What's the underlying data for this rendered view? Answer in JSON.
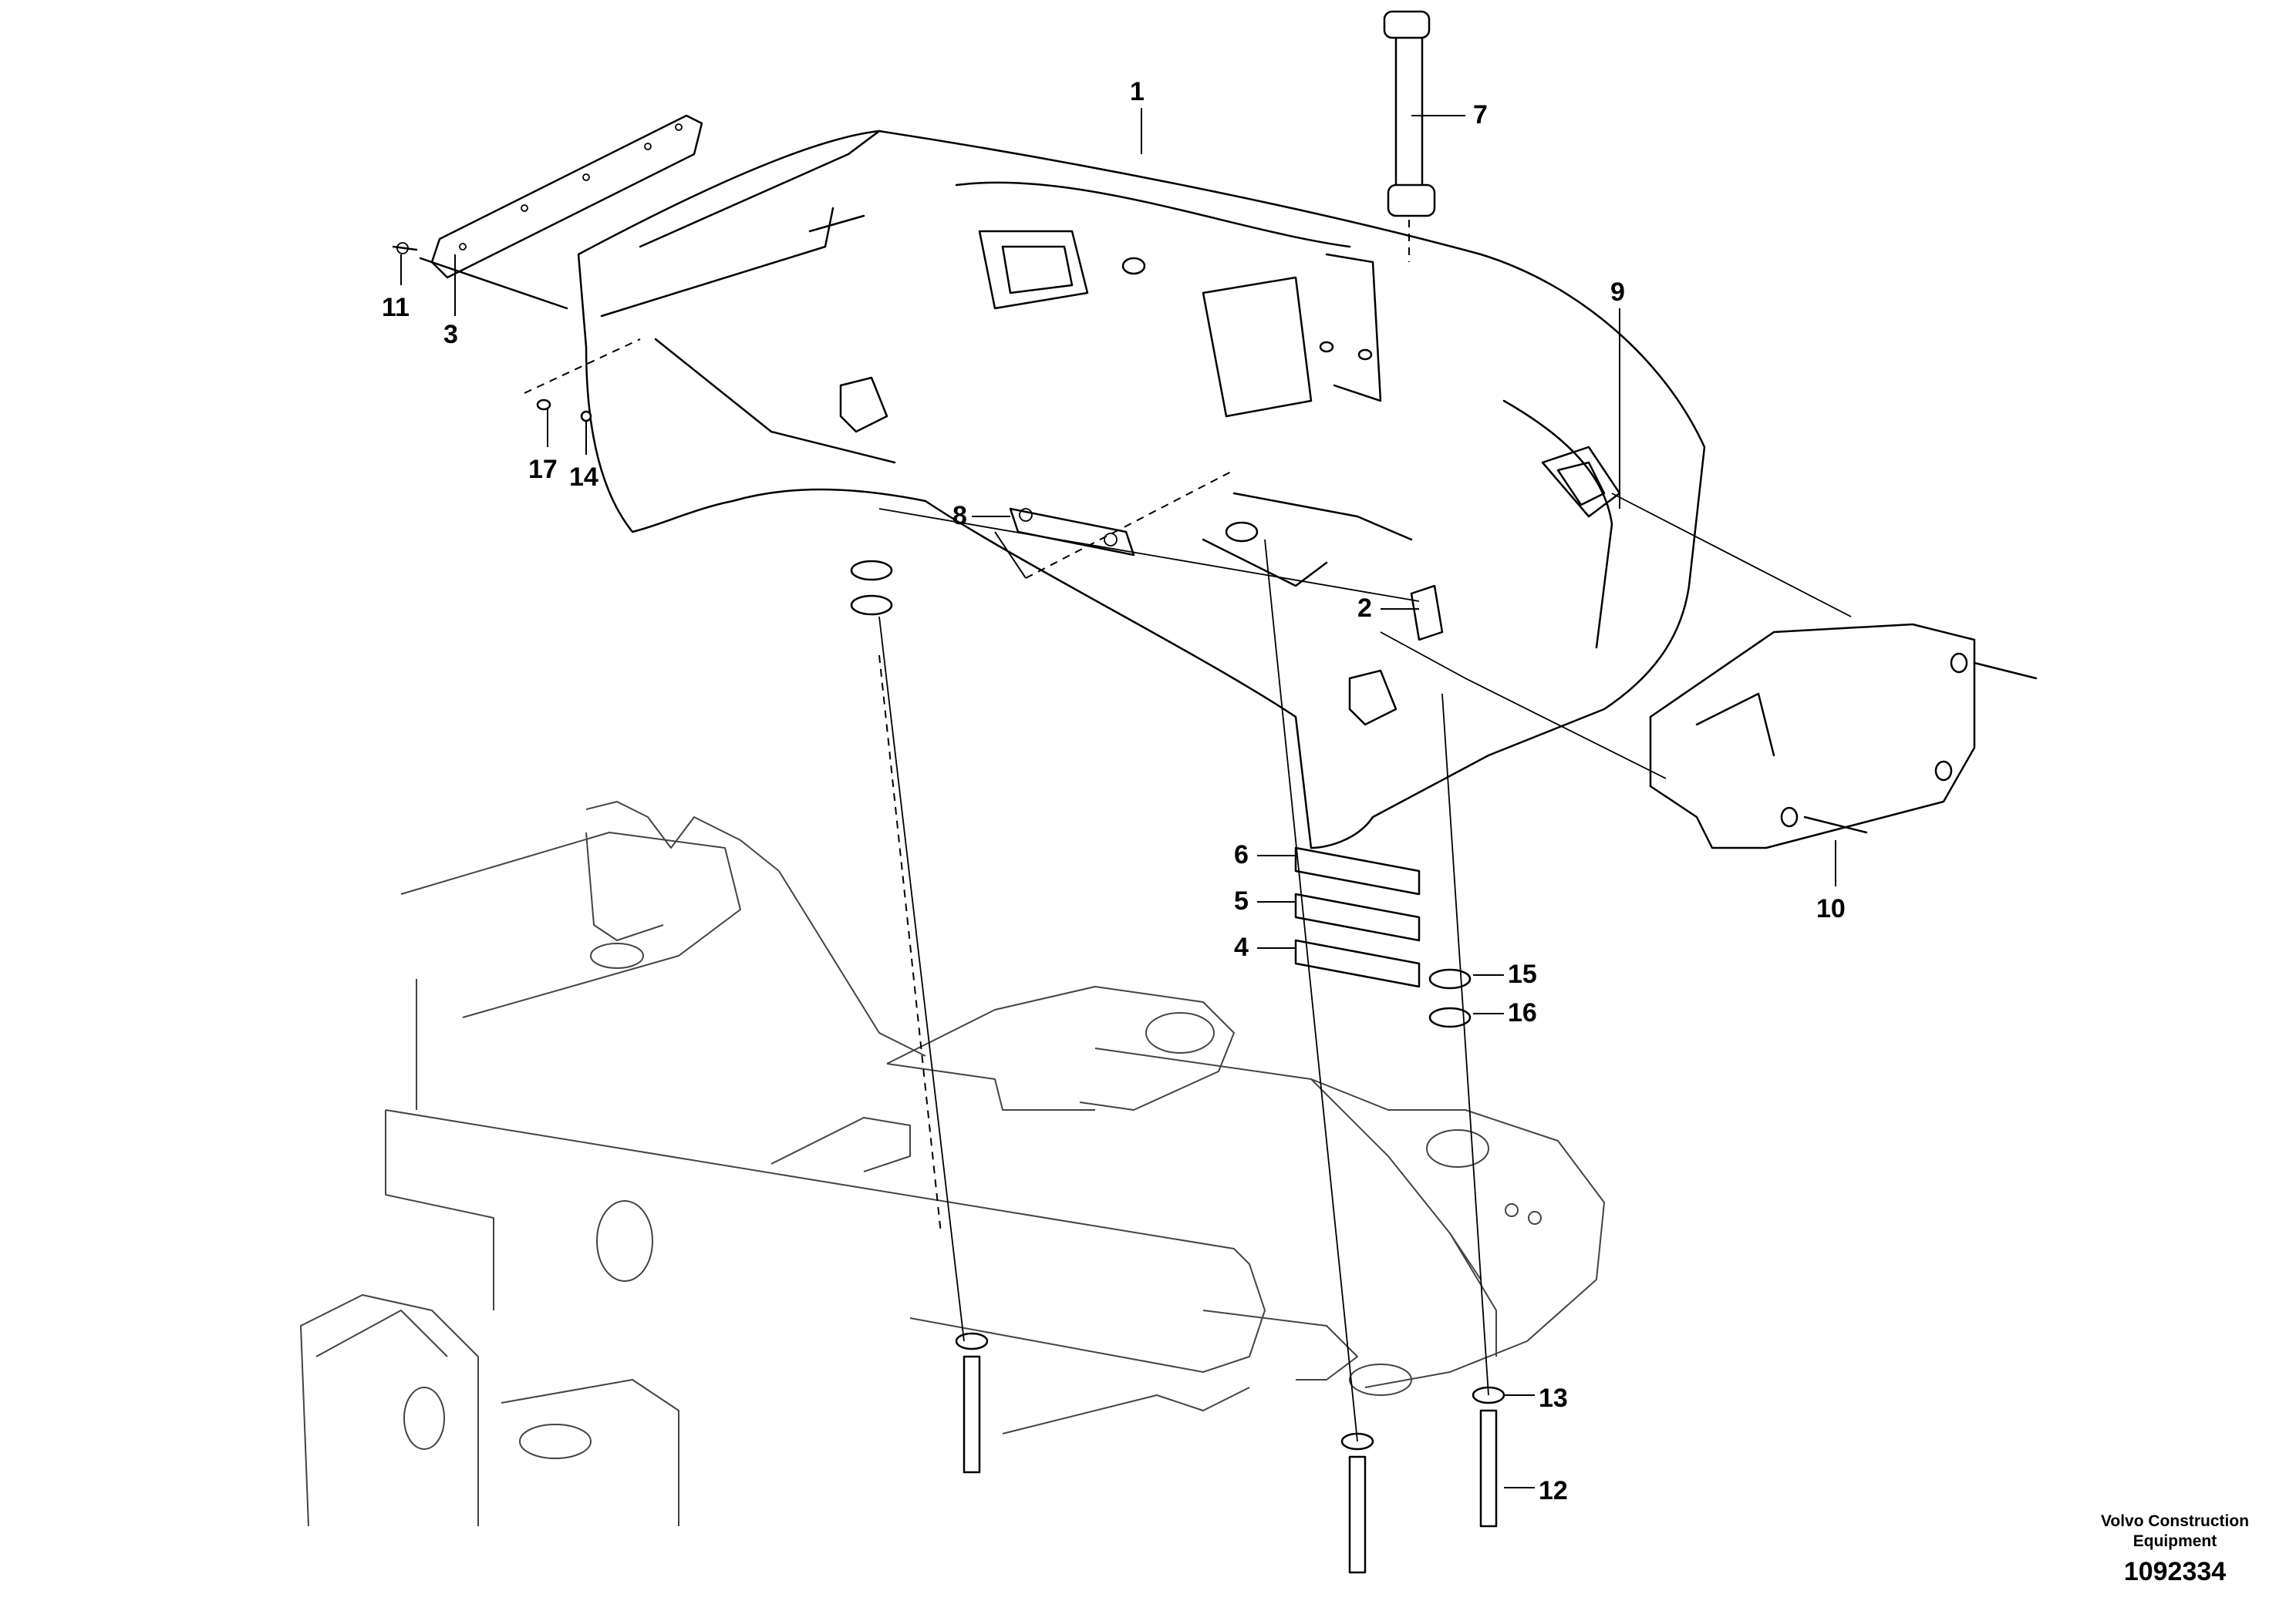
{
  "callouts": {
    "c1": "1",
    "c2": "2",
    "c3": "3",
    "c4": "4",
    "c5": "5",
    "c6": "6",
    "c7": "7",
    "c8": "8",
    "c9": "9",
    "c10": "10",
    "c11": "11",
    "c12": "12",
    "c13": "13",
    "c14": "14",
    "c15": "15",
    "c16": "16",
    "c17": "17"
  },
  "watermark": {
    "line1": "Volvo Construction",
    "line2": "Equipment",
    "number": "1092334"
  }
}
